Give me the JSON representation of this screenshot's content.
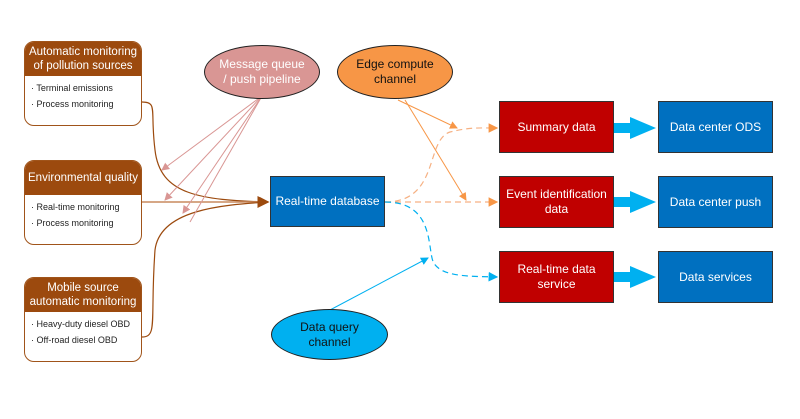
{
  "sources": [
    {
      "title": "Automatic monitoring of pollution sources",
      "items": [
        "Terminal emissions",
        "Process monitoring"
      ]
    },
    {
      "title": "Environmental quality",
      "items": [
        "Real-time monitoring",
        "Process monitoring"
      ]
    },
    {
      "title": "Mobile source automatic monitoring",
      "items": [
        "Heavy-duty diesel OBD",
        "Off-road diesel OBD"
      ]
    }
  ],
  "channels": {
    "message_queue": "Message queue / push pipeline",
    "edge_compute": "Edge compute channel",
    "data_query": "Data query channel"
  },
  "database": "Real-time database",
  "processes": [
    "Summary data",
    "Event identification data",
    "Real-time data service"
  ],
  "outputs": [
    "Data center ODS",
    "Data center push",
    "Data services"
  ],
  "colors": {
    "source_header": "#9c4a0e",
    "process_red": "#c00000",
    "output_blue": "#0070c0",
    "message_queue": "#d99694",
    "edge_compute": "#f79646",
    "data_query": "#00b0f0"
  }
}
